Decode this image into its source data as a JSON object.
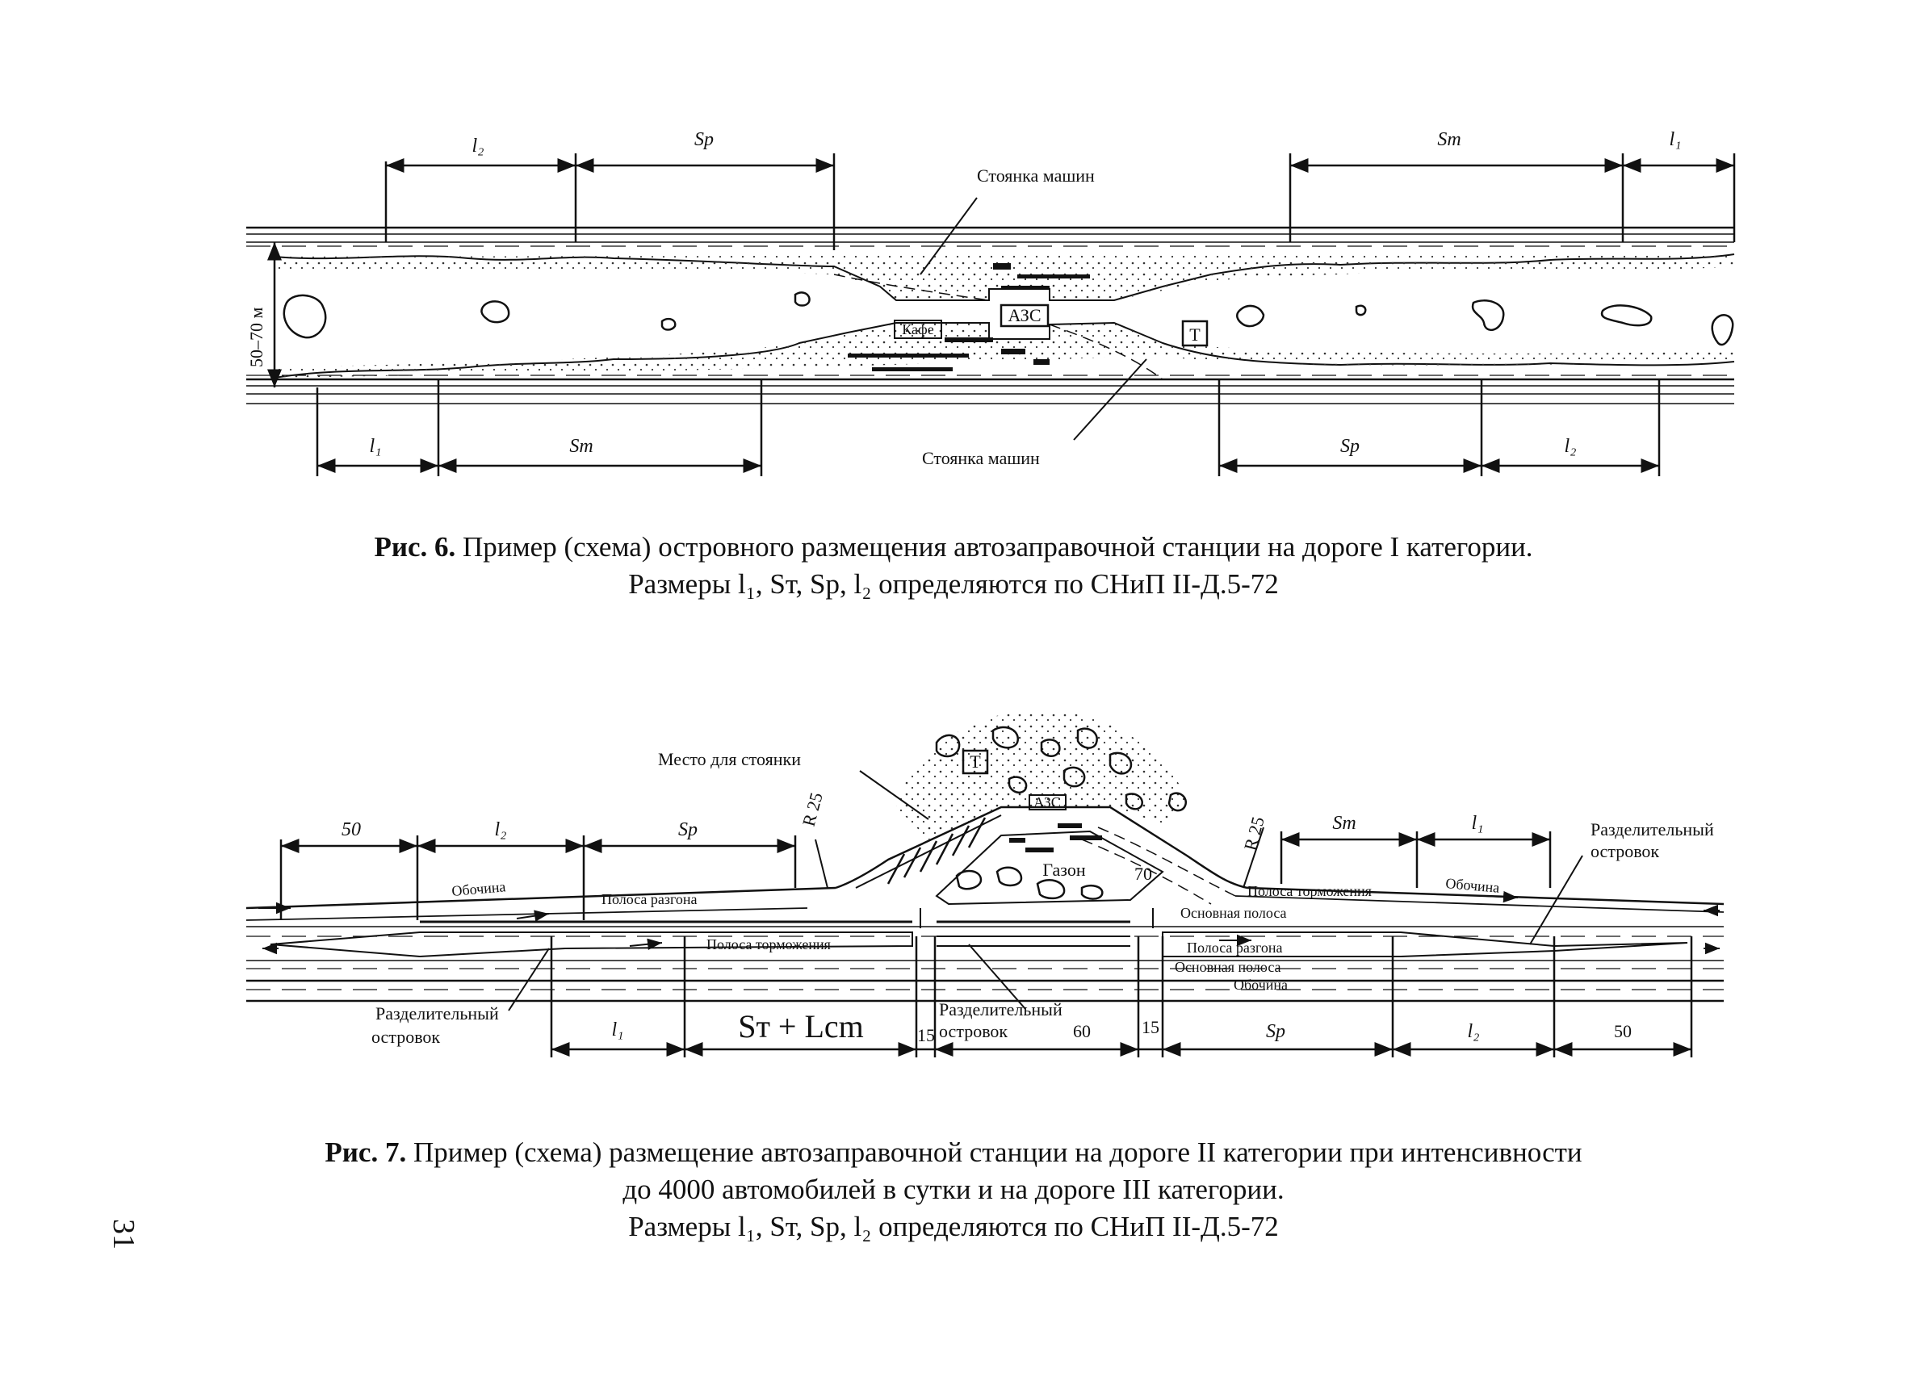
{
  "figure6": {
    "caption_num": "Рис. 6.",
    "caption_text": " Пример (схема) островного размещения автозаправочной станции на дороге I категории.",
    "caption_line2": "Размеры l₁, Sт, Sр, l₂ определяются по СНиП II-Д.5-72",
    "labels": {
      "parking_top": "Стоянка машин",
      "parking_bottom": "Стоянка машин",
      "width": "50–70 м",
      "fuel_station": "АЗС",
      "cafe": "Кафе",
      "toilet": "Т",
      "dim_l2_top": "l₂",
      "dim_sp_top": "Sр",
      "dim_st_top": "Sт",
      "dim_l1_top": "l₁",
      "dim_l1_bottom": "l₁",
      "dim_st_bottom": "Sт",
      "dim_sp_bottom": "Sр",
      "dim_l2_bottom": "l₂"
    }
  },
  "figure7": {
    "caption_num": "Рис. 7.",
    "caption_text": " Пример (схема) размещение автозаправочной станции на дороге II категории при интенсивности",
    "caption_line2": "до 4000 автомобилей в сутки и на дороге III категории.",
    "caption_line3": "Размеры l₁, Sт, Sр, l₂ определяются по СНиП II-Д.5-72",
    "labels": {
      "parking_place": "Место для стоянки",
      "fuel_station": "АЗС",
      "toilet": "Т",
      "lawn": "Газон",
      "r25_left": "R 25",
      "r25_right": "R 25",
      "seventy": "70",
      "shoulder_left": "Обочина",
      "shoulder_right": "Обочина",
      "shoulder_bottom": "Обочина",
      "accel_lane_top": "Полоса разгона",
      "brake_lane_bottom": "Полоса торможения",
      "brake_lane_top": "Полоса торможения",
      "main_lane_top": "Основная полоса",
      "accel_lane_bottom": "Полоса разгона",
      "main_lane_bottom": "Основная полоса",
      "divider_left_1": "Разделительный",
      "divider_left_2": "островок",
      "divider_mid_1": "Разделительный",
      "divider_mid_2": "островок",
      "divider_right_1": "Разделительный",
      "divider_right_2": "островок",
      "dim_50_top": "50",
      "dim_l2_top": "l₂",
      "dim_sp_top": "Sр",
      "dim_st_top": "Sт",
      "dim_l1_top": "l₁",
      "dim_l1_bottom": "l₁",
      "dim_st_lcm": "Sт + Lcm",
      "dim_15_left": "15",
      "dim_60": "60",
      "dim_15_right": "15",
      "dim_sp_bottom": "Sр",
      "dim_l2_bottom": "l₂",
      "dim_50_bottom": "50"
    }
  },
  "page_number": "31"
}
